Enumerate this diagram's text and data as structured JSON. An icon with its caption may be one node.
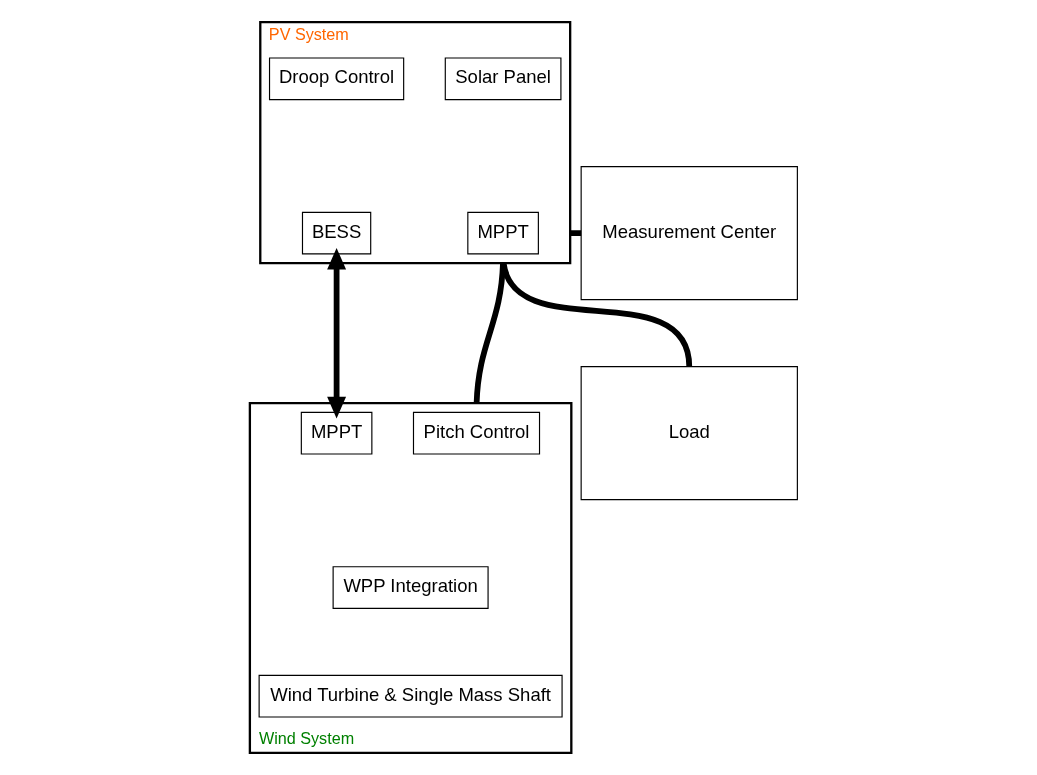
{
  "diagram": {
    "nodes": [
      {
        "text": [
          "PV System"
        ]
      },
      {
        "text": [
          "Solar Panel"
        ],
        "in": 0
      },
      {
        "text": [
          "Droop Control"
        ],
        "in": 0
      },
      {
        "text": [
          "MPPT"
        ],
        "in": 0
      },
      {
        "text": [
          "BESS"
        ],
        "in": 0
      },
      {
        "text": [
          "Measurement Center"
        ]
      },
      {
        "text": [
          "Wind System"
        ]
      },
      {
        "text": [
          "Pitch Control"
        ],
        "in": 6
      },
      {
        "text": [
          "MPPT"
        ],
        "in": 6
      },
      {
        "text": [
          "WPP Integration"
        ],
        "in": 6
      },
      {
        "text": [
          "Wind Turbine & Single Mass Shaft"
        ],
        "in": 6
      },
      {
        "text": [
          "Load"
        ]
      }
    ],
    "edges": [
      {
        "from": 0,
        "to": 6,
        "arrow": "none"
      },
      {
        "from": 0,
        "to": 5,
        "arrow": "none"
      },
      {
        "from": 0,
        "to": 11,
        "arrow": "none"
      },
      {
        "from": 4,
        "to": 8,
        "arrow": "both"
      }
    ]
  }
}
